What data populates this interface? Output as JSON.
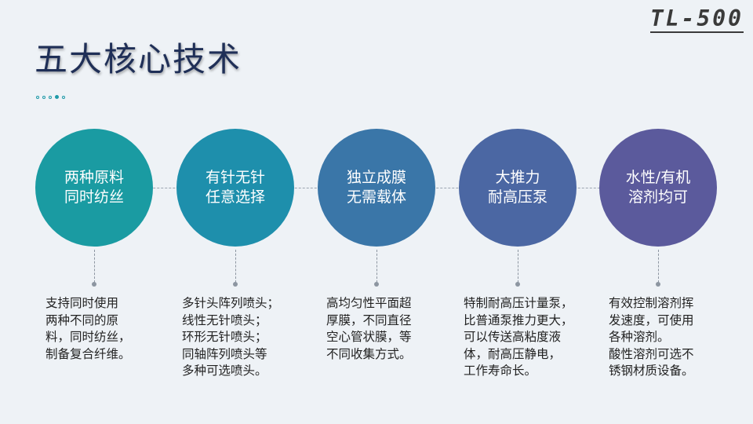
{
  "model": "TL-500",
  "title": "五大核心技术",
  "colors": {
    "circle_1": "#1a9ba2",
    "circle_2": "#1e8fac",
    "circle_3": "#3a76a8",
    "circle_4": "#4b67a3",
    "circle_5": "#5b5a9c"
  },
  "items": [
    {
      "heading": [
        "两种原料",
        "同时纺丝"
      ],
      "desc": [
        "支持同时使用",
        "两种不同的原",
        "料，同时纺丝，",
        "制备复合纤维。"
      ]
    },
    {
      "heading": [
        "有针无针",
        "任意选择"
      ],
      "desc": [
        "多针头阵列喷头；",
        "线性无针喷头；",
        "环形无针喷头；",
        "同轴阵列喷头等",
        "多种可选喷头。"
      ]
    },
    {
      "heading": [
        "独立成膜",
        "无需载体"
      ],
      "desc": [
        "高均匀性平面超",
        "厚膜，不同直径",
        "空心管状膜，等",
        "不同收集方式。"
      ]
    },
    {
      "heading": [
        "大推力",
        "耐高压泵"
      ],
      "desc": [
        "特制耐高压计量泵，",
        "比普通泵推力更大，",
        "可以传送高粘度液",
        "体，耐高压静电，",
        "工作寿命长。"
      ]
    },
    {
      "heading": [
        "水性/有机",
        "溶剂均可"
      ],
      "desc": [
        "有效控制溶剂挥",
        "发速度，可使用",
        "各种溶剂。",
        "酸性溶剂可选不",
        "锈钢材质设备。"
      ]
    }
  ]
}
